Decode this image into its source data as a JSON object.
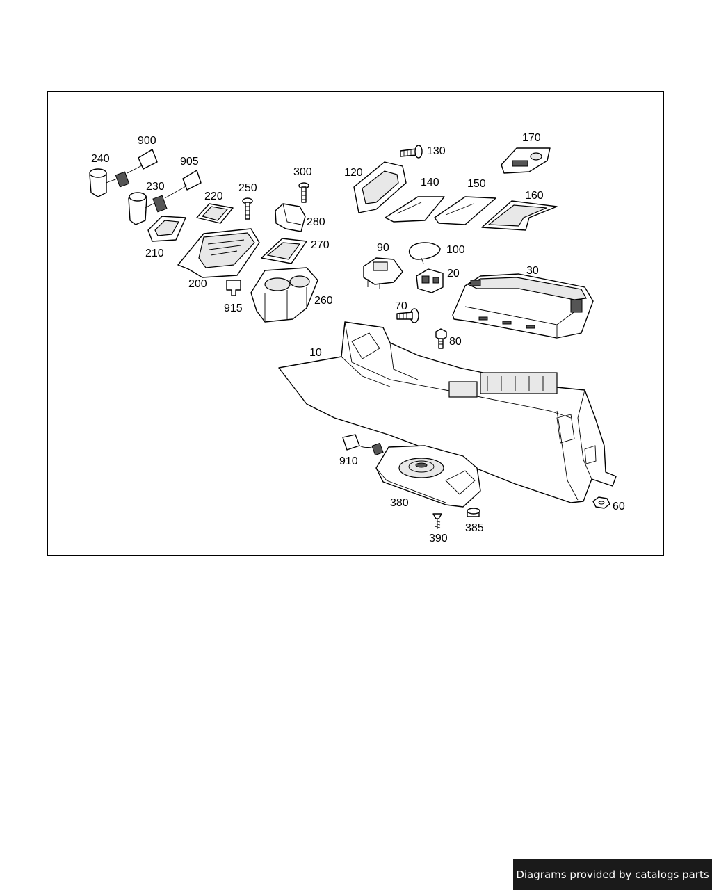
{
  "diagram": {
    "callouts": {
      "p10": "10",
      "p20": "20",
      "p30": "30",
      "p60": "60",
      "p70": "70",
      "p80": "80",
      "p90": "90",
      "p100": "100",
      "p120": "120",
      "p130": "130",
      "p140": "140",
      "p150": "150",
      "p160": "160",
      "p170": "170",
      "p200": "200",
      "p210": "210",
      "p220": "220",
      "p230": "230",
      "p240": "240",
      "p250": "250",
      "p260": "260",
      "p270": "270",
      "p280": "280",
      "p300": "300",
      "p380": "380",
      "p385": "385",
      "p390": "390",
      "p900": "900",
      "p905": "905",
      "p910": "910",
      "p915": "915"
    }
  },
  "footer": {
    "credit": "Diagrams provided by catalogs parts"
  }
}
